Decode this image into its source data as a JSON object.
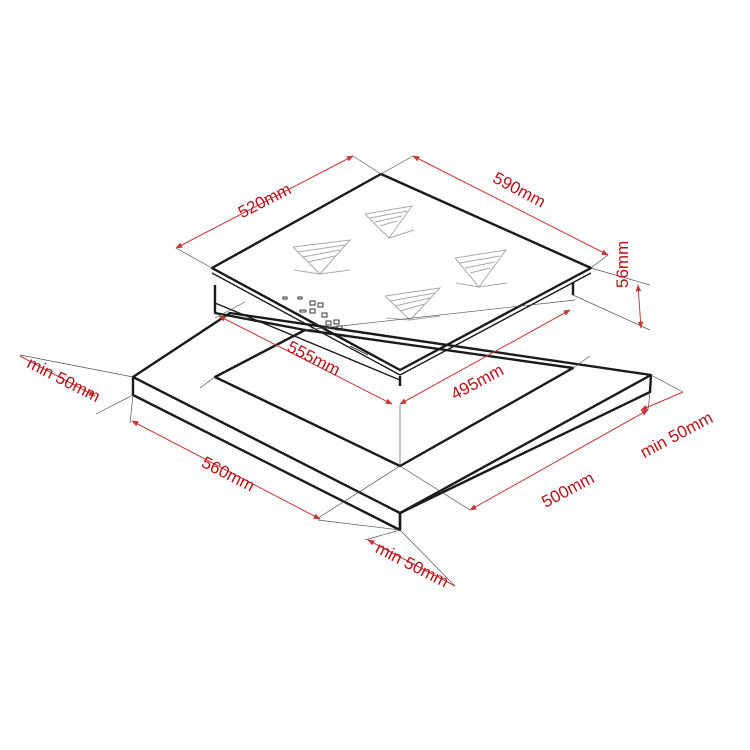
{
  "diagram": {
    "labels": {
      "hob_depth": "520mm",
      "hob_width": "590mm",
      "hob_height": "56mm",
      "cutout_width": "555mm",
      "cutout_depth": "495mm",
      "counter_width": "560mm",
      "counter_depth": "500mm",
      "clearance_left": "min 50mm",
      "clearance_right": "min 50mm",
      "clearance_front": "min 50mm"
    },
    "colors": {
      "dimension": "#c43a3a",
      "label": "#b5141a",
      "outline": "#1a1a1a"
    }
  }
}
